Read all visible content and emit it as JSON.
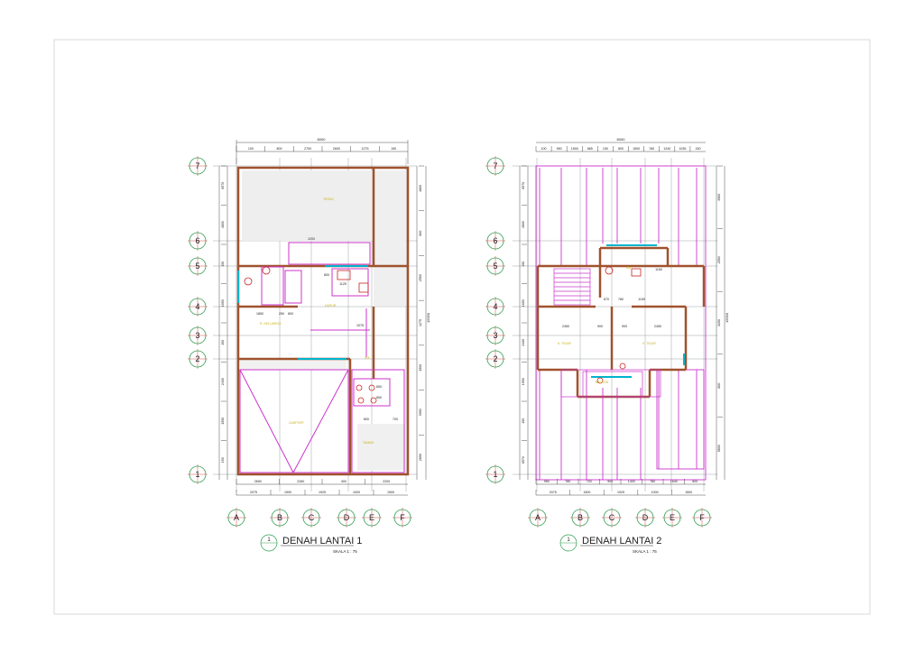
{
  "plans": [
    {
      "id": "lantai-1",
      "title": "DENAH LANTAI 1",
      "number": "1",
      "scale": "SKALA 1 : 75",
      "overall_width": "8000",
      "overall_height": "15550",
      "top_dims": [
        "100",
        "800",
        "2700",
        "2600",
        "1275",
        "150"
      ],
      "bottom_dims_outer": [
        "2075",
        "1500",
        "1925",
        "1000",
        "1500"
      ],
      "bottom_dims_inner": [
        "2690",
        "2260",
        "400",
        "2200"
      ],
      "right_dims": [
        "4800",
        "800",
        "2550",
        "1275",
        "1500",
        "3990",
        "2890"
      ],
      "left_dims": [
        "6570",
        "4800",
        "150",
        "1650",
        "150",
        "2400",
        "1550",
        "150"
      ],
      "inner_dims": [
        "1200",
        "1125",
        "800",
        "1850",
        "250",
        "800",
        "1075",
        "650",
        "650",
        "800",
        "700"
      ],
      "col_labels": [
        "A",
        "B",
        "C",
        "D",
        "E",
        "F"
      ],
      "row_labels": [
        "7",
        "6",
        "5",
        "4",
        "3",
        "2",
        "1"
      ]
    },
    {
      "id": "lantai-2",
      "title": "DENAH LANTAI 2",
      "number": "1",
      "scale": "SKALA 1 : 75",
      "overall_width": "8000",
      "overall_height": "15550",
      "top_dims": [
        "100",
        "950",
        "1500",
        "665",
        "150",
        "800",
        "1500",
        "780",
        "1240",
        "1035",
        "150"
      ],
      "bottom_dims_outer": [
        "2075",
        "1500",
        "1925",
        "1000",
        "1500"
      ],
      "bottom_dims_inner": [
        "950",
        "780",
        "720",
        "900",
        "1400",
        "780",
        "1640",
        "600"
      ],
      "right_dims": [
        "3900",
        "2550",
        "3200",
        "800",
        "5800"
      ],
      "left_dims": [
        "6570",
        "4800",
        "150",
        "1650",
        "2400",
        "1550",
        "150",
        "6570"
      ],
      "inner_dims": [
        "670",
        "780",
        "1150",
        "2450",
        "900",
        "900",
        "2450",
        "1150"
      ],
      "col_labels": [
        "A",
        "B",
        "C",
        "D",
        "E",
        "F"
      ],
      "row_labels": [
        "7",
        "6",
        "5",
        "4",
        "3",
        "2",
        "1"
      ]
    }
  ],
  "colors": {
    "wall": "#a0522d",
    "grid": "#9aa0a6",
    "partition": "#cc33cc",
    "bubble": "#2e9e4f",
    "dim": "#222222",
    "fixture": "#cc2222",
    "room_label": "#c9b21a",
    "window": "#00b3cc"
  }
}
